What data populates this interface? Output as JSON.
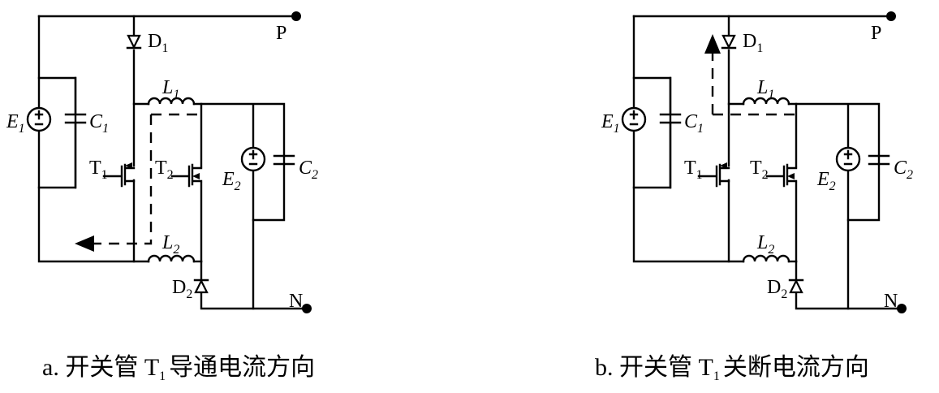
{
  "panels": [
    {
      "id": "a",
      "labels": {
        "D1": "D",
        "D2": "D",
        "L1": "L",
        "L2": "L",
        "E1": "E",
        "E2": "E",
        "C1": "C",
        "C2": "C",
        "T1": "T",
        "T2": "T",
        "P": "P",
        "N": "N"
      },
      "caption_prefix": "a. 开关管 T",
      "caption_sub": "1",
      "caption_suffix": "导通电流方向",
      "current_path": "T1 conducting"
    },
    {
      "id": "b",
      "labels": {
        "D1": "D",
        "D2": "D",
        "L1": "L",
        "L2": "L",
        "E1": "E",
        "E2": "E",
        "C1": "C",
        "C2": "C",
        "T1": "T",
        "T2": "T",
        "P": "P",
        "N": "N"
      },
      "caption_prefix": "b. 开关管 T",
      "caption_sub": "1",
      "caption_suffix": "关断电流方向",
      "current_path": "T1 off"
    }
  ],
  "subscripts": {
    "one": "1",
    "two": "2"
  },
  "colors": {
    "ink": "#000000",
    "background": "#ffffff"
  }
}
